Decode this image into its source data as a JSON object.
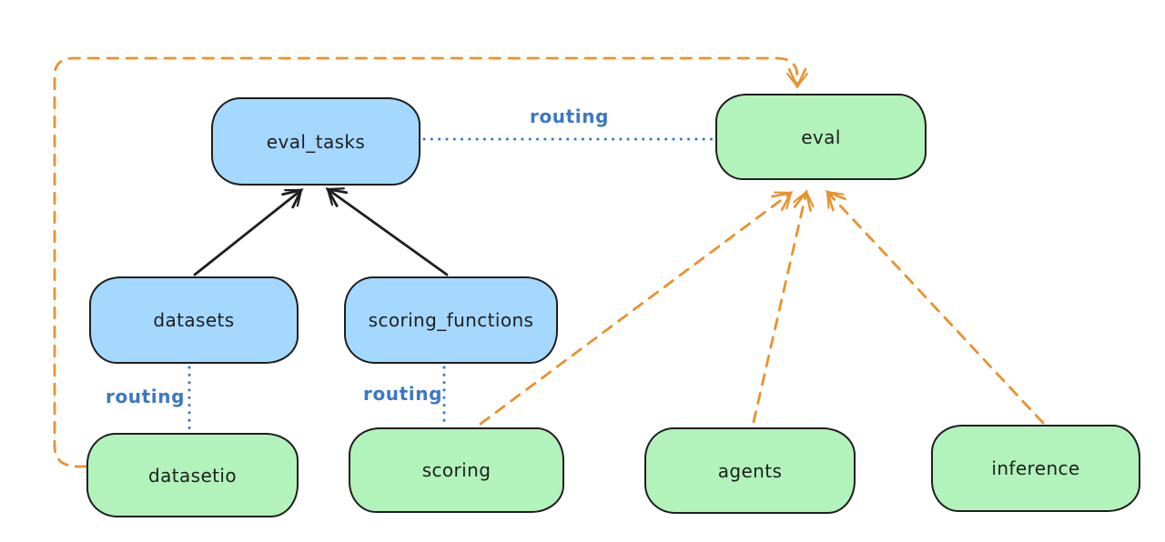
{
  "diagram": {
    "colors": {
      "background": "#ffffff",
      "api_node_fill": "#a5d8ff",
      "provider_node_fill": "#b2f2bb",
      "node_stroke": "#1e1e1e",
      "routing_blue": "#3b78c4",
      "dependency_arrow": "#1e1e1e",
      "provider_arrow_orange": "#e8922e"
    },
    "nodes": [
      {
        "id": "eval_tasks",
        "label": "eval_tasks",
        "kind": "api-blue"
      },
      {
        "id": "eval",
        "label": "eval",
        "kind": "provider-green"
      },
      {
        "id": "datasets",
        "label": "datasets",
        "kind": "api-blue"
      },
      {
        "id": "scoring_functions",
        "label": "scoring_functions",
        "kind": "api-blue"
      },
      {
        "id": "datasetio",
        "label": "datasetio",
        "kind": "provider-green"
      },
      {
        "id": "scoring",
        "label": "scoring",
        "kind": "provider-green"
      },
      {
        "id": "agents",
        "label": "agents",
        "kind": "provider-green"
      },
      {
        "id": "inference",
        "label": "inference",
        "kind": "provider-green"
      }
    ],
    "edges": [
      {
        "from": "datasets",
        "to": "eval_tasks",
        "style": "solid-black-arrow",
        "label": ""
      },
      {
        "from": "scoring_functions",
        "to": "eval_tasks",
        "style": "solid-black-arrow",
        "label": ""
      },
      {
        "from": "eval_tasks",
        "to": "eval",
        "style": "dotted-blue",
        "label": "routing"
      },
      {
        "from": "datasets",
        "to": "datasetio",
        "style": "dotted-blue",
        "label": "routing"
      },
      {
        "from": "scoring_functions",
        "to": "scoring",
        "style": "dotted-blue",
        "label": "routing"
      },
      {
        "from": "datasetio",
        "to": "eval",
        "style": "dashed-orange-arrow",
        "label": ""
      },
      {
        "from": "scoring",
        "to": "eval",
        "style": "dashed-orange-arrow",
        "label": ""
      },
      {
        "from": "agents",
        "to": "eval",
        "style": "dashed-orange-arrow",
        "label": ""
      },
      {
        "from": "inference",
        "to": "eval",
        "style": "dashed-orange-arrow",
        "label": ""
      }
    ]
  }
}
